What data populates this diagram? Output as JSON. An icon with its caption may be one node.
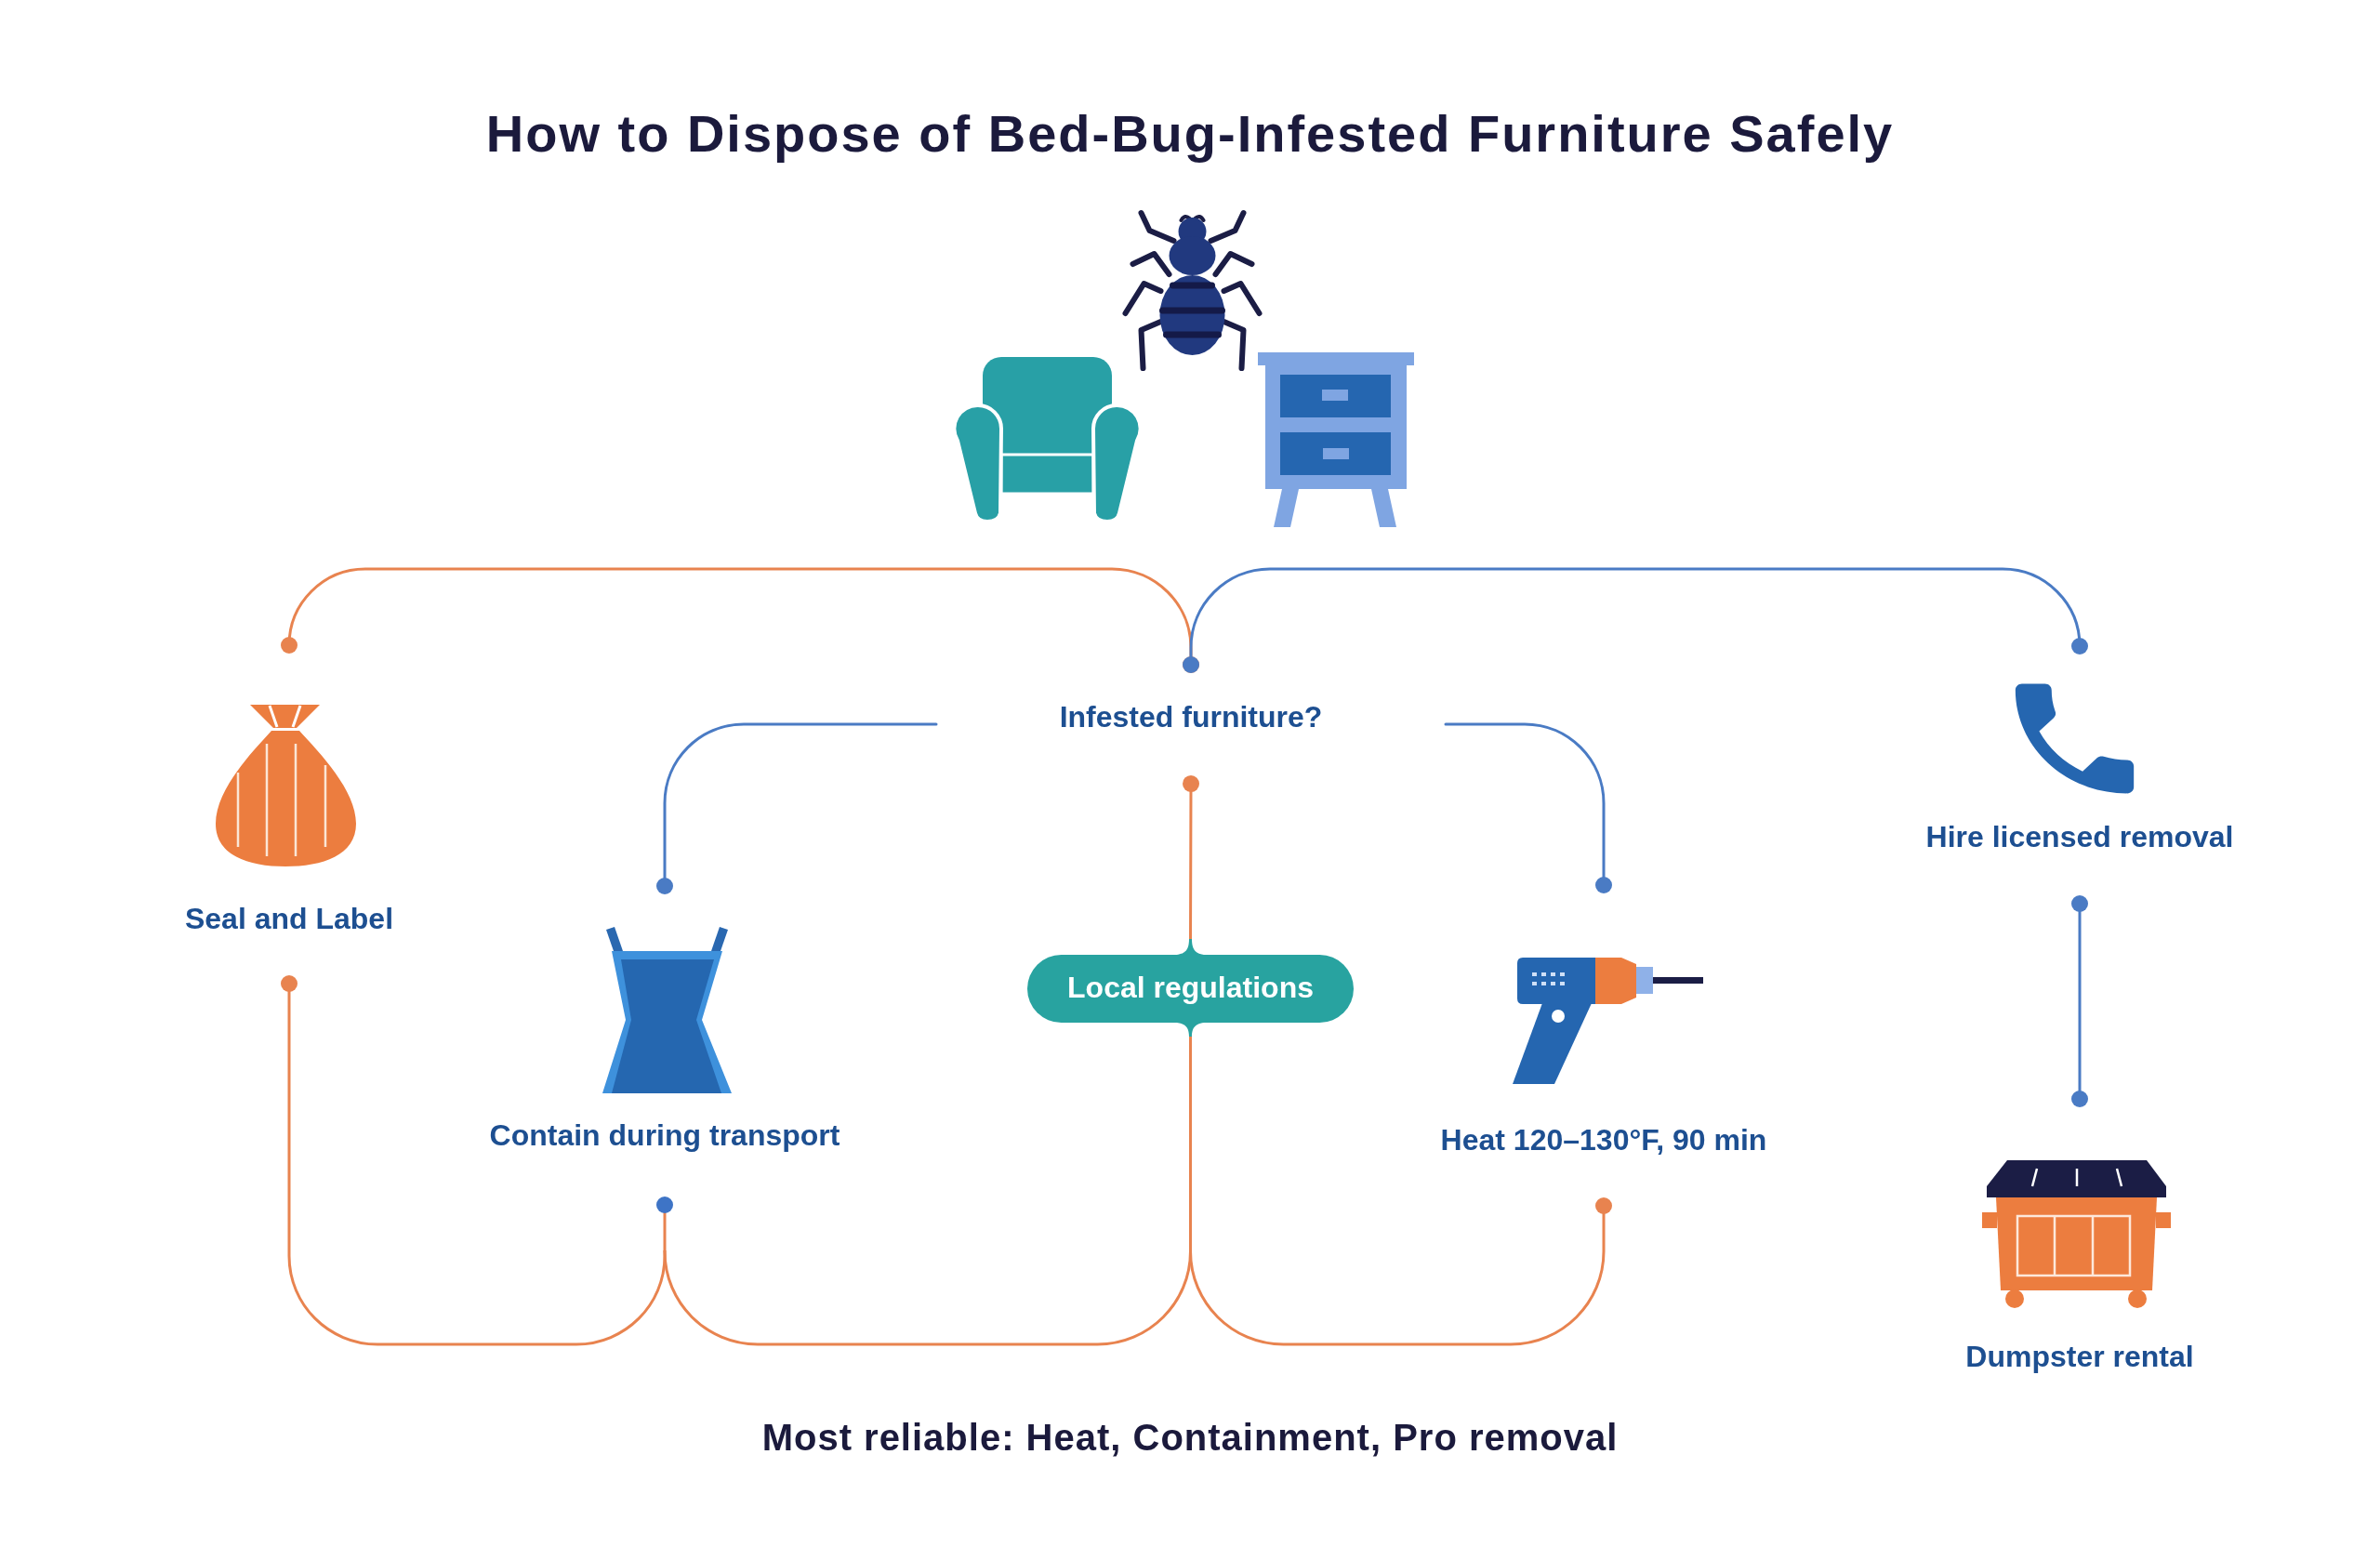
{
  "diagram": {
    "title": "How to Dispose of Bed-Bug-Infested Furniture Safely",
    "caption": "Most reliable: Heat, Containment, Pro removal",
    "nodes": [
      {
        "text": [
          "Infested furniture?"
        ]
      },
      {
        "text": [
          "Seal and Label"
        ]
      },
      {
        "text": [
          "Hire licensed removal"
        ]
      },
      {
        "text": [
          "Contain during transport"
        ]
      },
      {
        "text": [
          "Local regulations"
        ]
      },
      {
        "text": [
          "Heat 120–130°F, 90 min"
        ]
      },
      {
        "text": [
          "Dumpster rental"
        ]
      }
    ],
    "edges": [
      {
        "from": 0,
        "to": 1,
        "arrow": "other"
      },
      {
        "from": 0,
        "to": 2,
        "arrow": "other",
        "color": "#4a7bc4"
      },
      {
        "from": 0,
        "to": 3,
        "arrow": "other",
        "color": "#4a7bc4"
      },
      {
        "from": 0,
        "to": 5,
        "arrow": "other",
        "color": "#4a7bc4"
      },
      {
        "from": 0,
        "to": 4,
        "arrow": "other"
      },
      {
        "from": 1,
        "to": 3,
        "arrow": "other"
      },
      {
        "from": 3,
        "to": 4,
        "arrow": "other"
      },
      {
        "from": 4,
        "to": 5,
        "arrow": "other"
      },
      {
        "from": 2,
        "to": 6,
        "arrow": "other",
        "color": "#4a7bc4"
      }
    ]
  }
}
